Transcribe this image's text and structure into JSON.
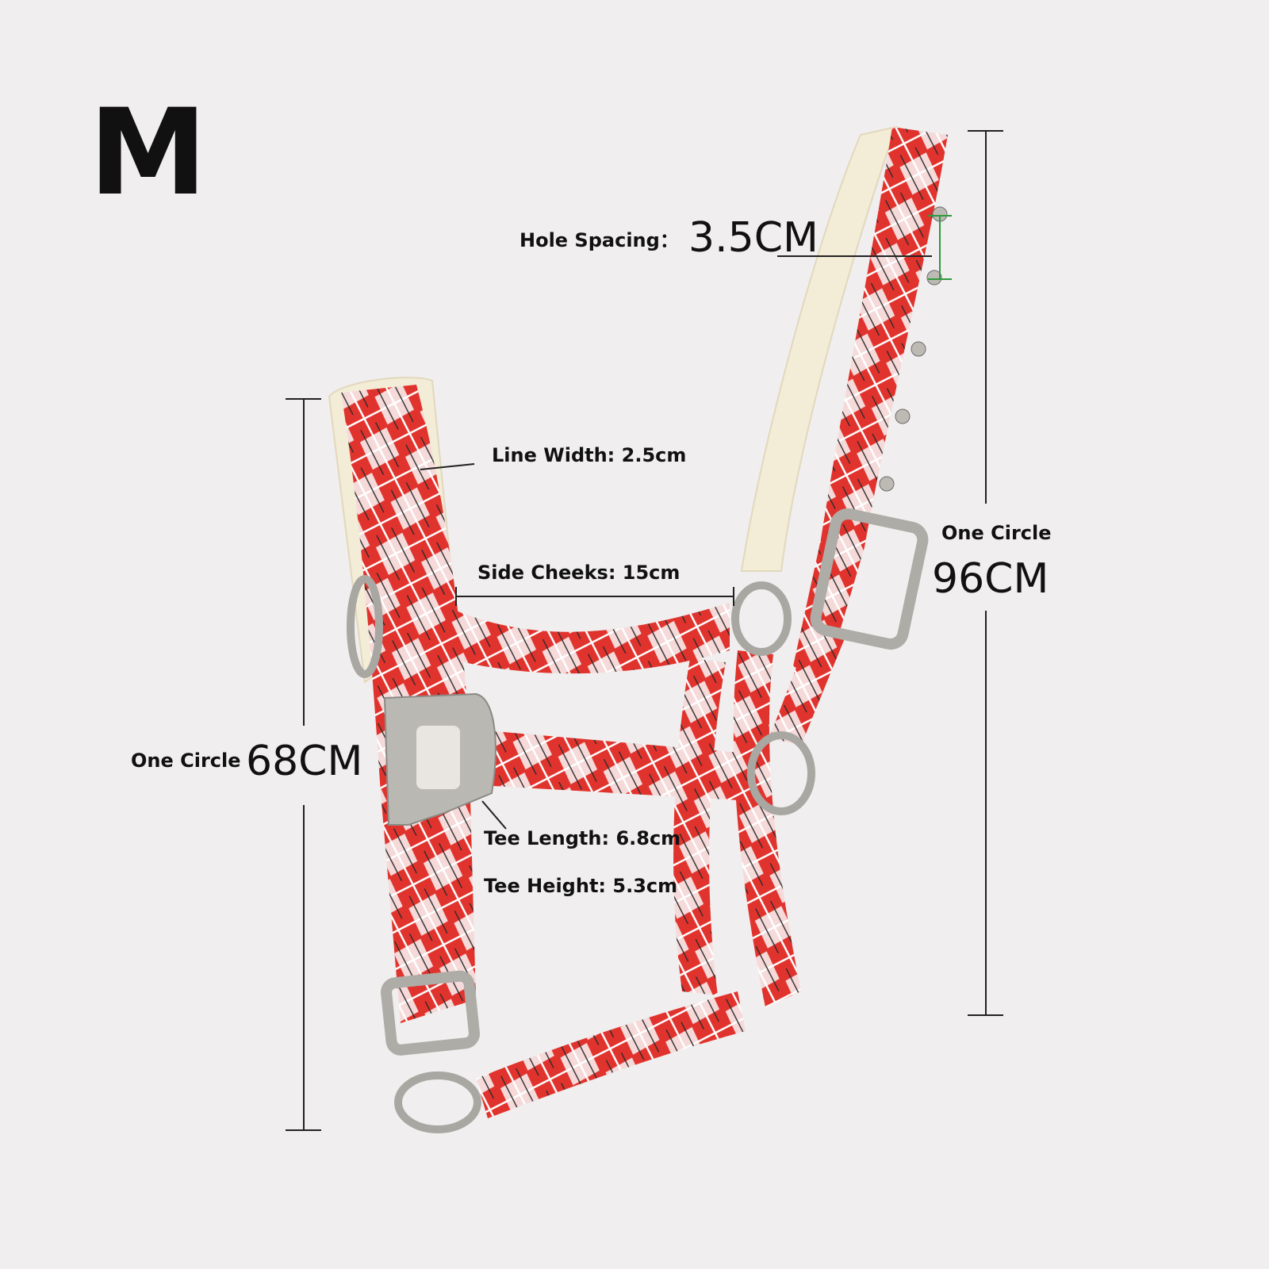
{
  "size_letter": "M",
  "annotations": {
    "hole_spacing_label": "Hole Spacing：",
    "hole_spacing_value": "3.5CM",
    "line_width": "Line Width: 2.5cm",
    "side_cheeks": "Side Cheeks: 15cm",
    "crown_circle_label": "One Circle",
    "crown_circle_value": "96CM",
    "nose_circle_label": "One Circle",
    "nose_circle_value": "68CM",
    "tee_length": "Tee Length: 6.8cm",
    "tee_height": "Tee Height: 5.3cm"
  },
  "colors": {
    "background": "#f0eeee",
    "strap_red": "#e1332d",
    "fleece": "#f3ecd7",
    "hardware": "#b9b7b2",
    "dimension_line": "#222222"
  }
}
